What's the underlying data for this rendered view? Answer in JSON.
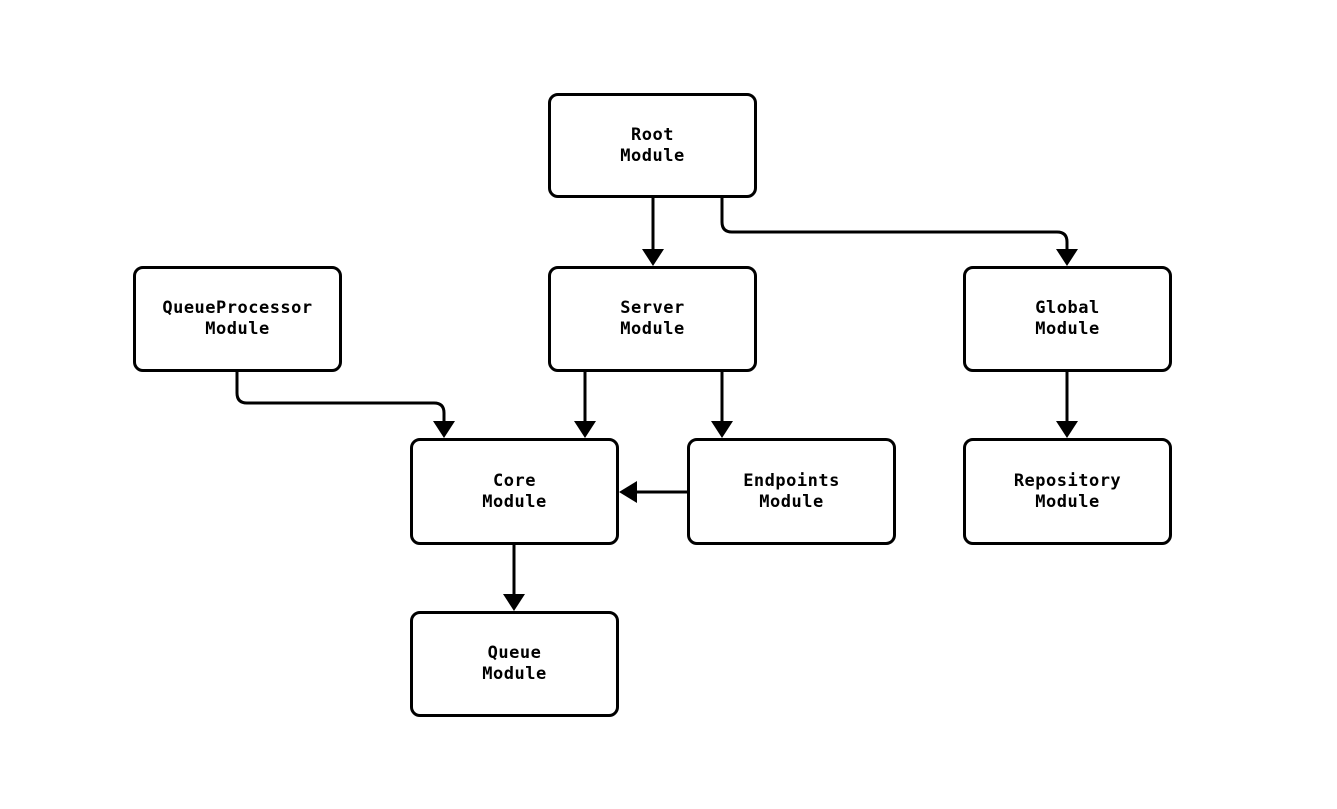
{
  "diagram": {
    "type": "flowchart",
    "direction": "top-down",
    "background_color": "#ffffff",
    "node_fill_color": "#ffffff",
    "node_border_color": "#000000",
    "edge_color": "#000000",
    "nodes": [
      {
        "id": "root",
        "line1": "Root",
        "line2": "Module"
      },
      {
        "id": "queueprocessor",
        "line1": "QueueProcessor",
        "line2": "Module"
      },
      {
        "id": "server",
        "line1": "Server",
        "line2": "Module"
      },
      {
        "id": "global",
        "line1": "Global",
        "line2": "Module"
      },
      {
        "id": "core",
        "line1": "Core",
        "line2": "Module"
      },
      {
        "id": "endpoints",
        "line1": "Endpoints",
        "line2": "Module"
      },
      {
        "id": "repository",
        "line1": "Repository",
        "line2": "Module"
      },
      {
        "id": "queue",
        "line1": "Queue",
        "line2": "Module"
      }
    ],
    "edges": [
      {
        "from": "root",
        "to": "server"
      },
      {
        "from": "root",
        "to": "global"
      },
      {
        "from": "queueprocessor",
        "to": "core"
      },
      {
        "from": "server",
        "to": "core"
      },
      {
        "from": "server",
        "to": "endpoints"
      },
      {
        "from": "endpoints",
        "to": "core"
      },
      {
        "from": "global",
        "to": "repository"
      },
      {
        "from": "core",
        "to": "queue"
      }
    ]
  }
}
